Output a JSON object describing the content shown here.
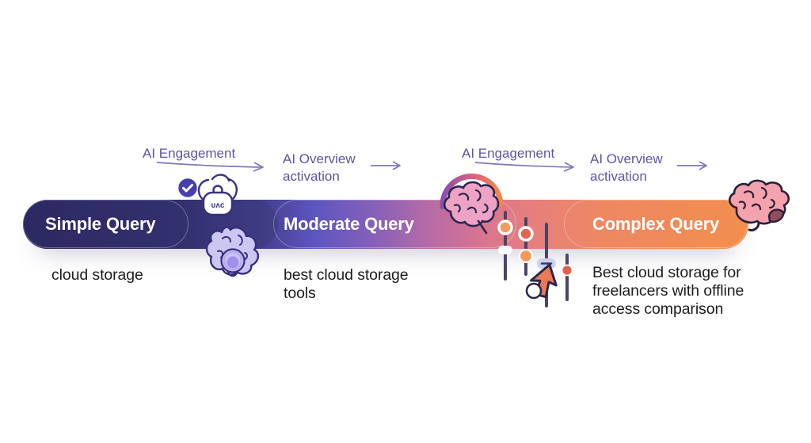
{
  "title": "Query complexity spectrum with AI engagement stages",
  "stages": [
    {
      "label": "Simple Query",
      "query_lines": [
        "cloud storage"
      ]
    },
    {
      "label": "Moderate Query",
      "query_lines": [
        "best cloud storage",
        "tools"
      ]
    },
    {
      "label": "Complex Query",
      "query_lines": [
        "Best cloud storage for",
        "freelancers with offline",
        "access comparison"
      ]
    }
  ],
  "annotations": {
    "left": {
      "engagement": "AI Engagement",
      "overview_lines": [
        "AI Overview",
        "activation"
      ]
    },
    "right": {
      "engagement": "AI  Engagement",
      "overview_lines": [
        "AI Overview",
        "activation"
      ]
    }
  },
  "bot_face_text": "ᴜʌᴄ",
  "colors": {
    "bar_start": "#2d2a63",
    "bar_purple": "#5d55c0",
    "bar_pink": "#d87492",
    "bar_end": "#f28e4d",
    "annotation_text": "#5c55a4",
    "arrow": "#7e77bb",
    "query_text": "#1d1d20",
    "check_badge": "#4540ad",
    "brain_light": "#ccc7f1",
    "brain_pink": "#eea2c4",
    "brain_salmon": "#f3a2ae",
    "slider_orange": "#f49a58",
    "slider_red": "#e0654e",
    "cursor_orange": "#ee7a55"
  }
}
